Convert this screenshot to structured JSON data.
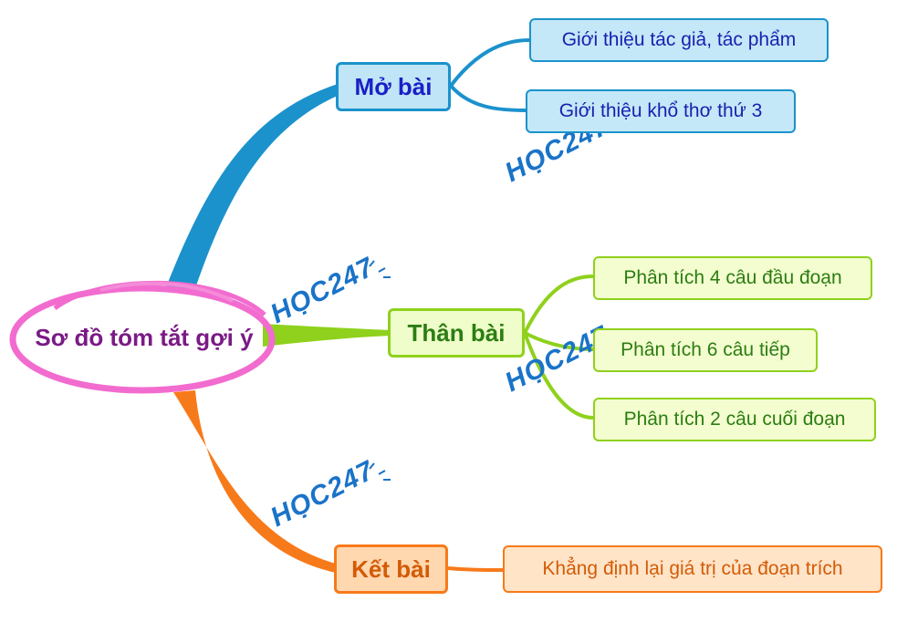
{
  "center": {
    "label": "Sơ đồ tóm tắt gợi ý",
    "ring_color": "#f06ad0"
  },
  "branches": [
    {
      "label": "Mở bài",
      "color": "#1b92cc",
      "children": [
        {
          "label": "Giới thiệu tác giả, tác phẩm"
        },
        {
          "label": "Giới thiệu khổ thơ thứ 3"
        }
      ]
    },
    {
      "label": "Thân bài",
      "color": "#8fd11c",
      "children": [
        {
          "label": "Phân tích 4 câu đầu đoạn"
        },
        {
          "label": "Phân tích 6 câu tiếp"
        },
        {
          "label": "Phân tích 2 câu cuối đoạn"
        }
      ]
    },
    {
      "label": "Kết bài",
      "color": "#f77a1a",
      "children": [
        {
          "label": "Khẳng định lại giá trị của đoạn trích"
        }
      ]
    }
  ],
  "watermark": {
    "text": "HỌC247",
    "color": "#1a73c8"
  }
}
